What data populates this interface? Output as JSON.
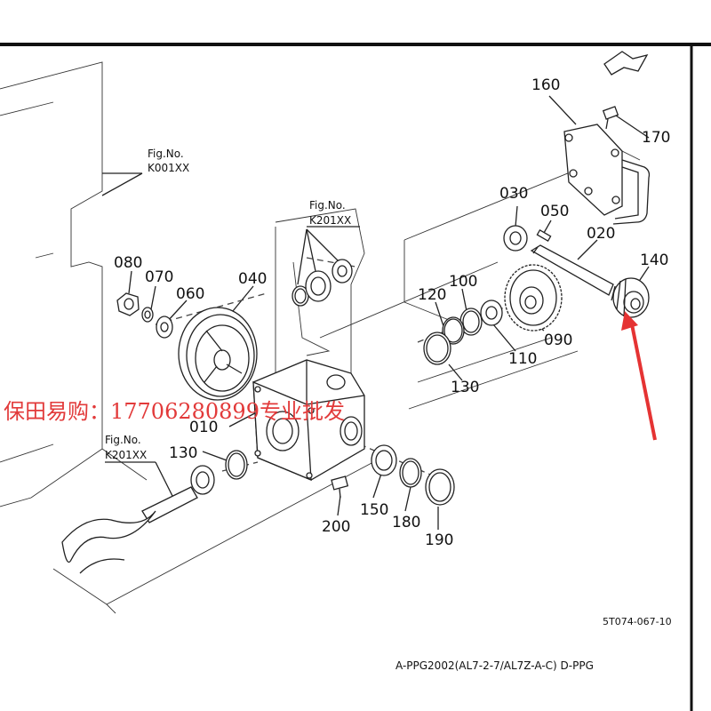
{
  "figure_refs": {
    "ref_k001": {
      "line1": "Fig.No.",
      "line2": "K001XX"
    },
    "ref_k201_top": {
      "line1": "Fig.No.",
      "line2": "K201XX"
    },
    "ref_k201_left": {
      "line1": "Fig.No.",
      "line2": "K201XX"
    }
  },
  "part_labels": {
    "p160": "160",
    "p170": "170",
    "p030": "030",
    "p050": "050",
    "p020": "020",
    "p140": "140",
    "p080": "080",
    "p070": "070",
    "p060": "060",
    "p040": "040",
    "p120": "120",
    "p100": "100",
    "p090": "090",
    "p110": "110",
    "p130_top": "130",
    "p010": "010",
    "p130_left": "130",
    "p150": "150",
    "p180": "180",
    "p190": "190",
    "p200": "200"
  },
  "watermark": "保田易购：17706280899专业批发",
  "drawing_code": "5T074-067-10",
  "bottom_text": "A-PPG2002(AL7-2-7/AL7Z-A-C) D-PPG",
  "colors": {
    "annotation_arrow": "#e53333",
    "watermark": "#e23a3a"
  }
}
